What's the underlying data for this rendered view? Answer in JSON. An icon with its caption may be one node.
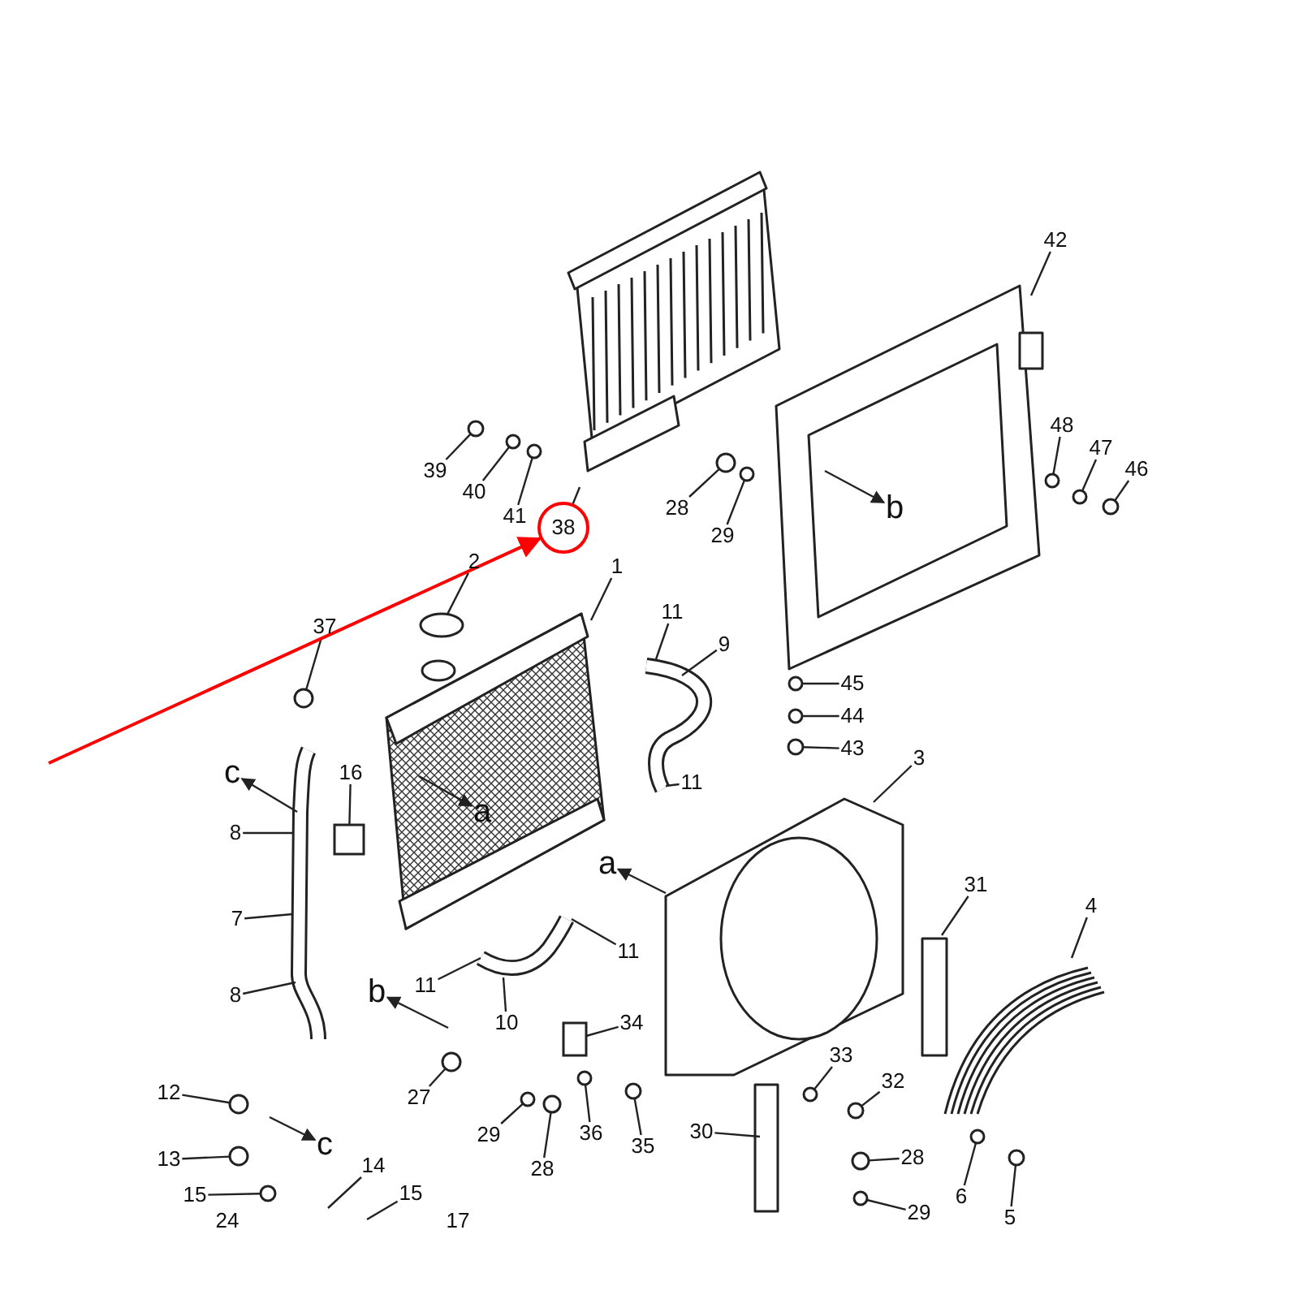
{
  "diagram": {
    "nodes": [
      {
        "text": [
          "42"
        ]
      },
      {
        "text": [
          "39"
        ]
      },
      {
        "text": [
          "40"
        ]
      },
      {
        "text": [
          "41"
        ]
      },
      {
        "text": [
          "38"
        ]
      },
      {
        "text": [
          "28"
        ]
      },
      {
        "text": [
          "29"
        ]
      },
      {
        "text": [
          "b"
        ]
      },
      {
        "text": [
          "48"
        ]
      },
      {
        "text": [
          "47"
        ]
      },
      {
        "text": [
          "46"
        ]
      },
      {
        "text": [
          "2"
        ]
      },
      {
        "text": [
          "1"
        ]
      },
      {
        "text": [
          "37"
        ]
      },
      {
        "text": [
          "11"
        ]
      },
      {
        "text": [
          "9"
        ]
      },
      {
        "text": [
          "45"
        ]
      },
      {
        "text": [
          "44"
        ]
      },
      {
        "text": [
          "43"
        ]
      },
      {
        "text": [
          "a"
        ]
      },
      {
        "text": [
          "c"
        ]
      },
      {
        "text": [
          "16"
        ]
      },
      {
        "text": [
          "8"
        ]
      },
      {
        "text": [
          "11"
        ]
      },
      {
        "text": [
          "3"
        ]
      },
      {
        "text": [
          "a"
        ]
      },
      {
        "text": [
          "7"
        ]
      },
      {
        "text": [
          "31"
        ]
      },
      {
        "text": [
          "11"
        ]
      },
      {
        "text": [
          "4"
        ]
      },
      {
        "text": [
          "11"
        ]
      },
      {
        "text": [
          "8"
        ]
      },
      {
        "text": [
          "b"
        ]
      },
      {
        "text": [
          "10"
        ]
      },
      {
        "text": [
          "34"
        ]
      },
      {
        "text": [
          "27"
        ]
      },
      {
        "text": [
          "33"
        ]
      },
      {
        "text": [
          "12"
        ]
      },
      {
        "text": [
          "32"
        ]
      },
      {
        "text": [
          "29"
        ]
      },
      {
        "text": [
          "36"
        ]
      },
      {
        "text": [
          "28"
        ]
      },
      {
        "text": [
          "35"
        ]
      },
      {
        "text": [
          "30"
        ]
      },
      {
        "text": [
          "c"
        ]
      },
      {
        "text": [
          "28"
        ]
      },
      {
        "text": [
          "13"
        ]
      },
      {
        "text": [
          "14"
        ]
      },
      {
        "text": [
          "6"
        ]
      },
      {
        "text": [
          "5"
        ]
      },
      {
        "text": [
          "15"
        ]
      },
      {
        "text": [
          "15"
        ]
      },
      {
        "text": [
          "29"
        ]
      },
      {
        "text": [],
        "shape": "circle"
      },
      {
        "text": [],
        "shape": "circle"
      },
      {
        "text": [],
        "shape": "circle"
      },
      {
        "text": [],
        "shape": "circle"
      },
      {
        "text": [],
        "shape": "circle"
      },
      {
        "text": [],
        "shape": "circle"
      },
      {
        "text": [],
        "shape": "circle"
      },
      {
        "text": [],
        "shape": "circle"
      },
      {
        "text": [],
        "shape": "circle"
      },
      {
        "text": [],
        "shape": "circle"
      },
      {
        "text": [],
        "shape": "circle"
      },
      {
        "text": [],
        "shape": "circle"
      },
      {
        "text": [],
        "shape": "circle"
      },
      {
        "text": [],
        "shape": "box"
      },
      {
        "text": [],
        "shape": "box"
      },
      {
        "text": [],
        "shape": "circle"
      },
      {
        "text": [],
        "shape": "circle"
      },
      {
        "text": [],
        "shape": "circle"
      },
      {
        "text": [],
        "shape": "circle"
      },
      {
        "text": [],
        "shape": "circle"
      },
      {
        "text": [],
        "shape": "circle"
      },
      {
        "text": [],
        "shape": "circle"
      },
      {
        "text": [],
        "shape": "circle"
      },
      {
        "text": [],
        "shape": "circle"
      },
      {
        "text": [],
        "shape": "circle"
      },
      {
        "text": [],
        "shape": "circle"
      },
      {
        "text": [],
        "shape": "circle"
      },
      {
        "text": [],
        "shape": "circle"
      },
      {
        "text": [],
        "shape": "circle"
      }
    ],
    "edges": [
      {
        "from": 0,
        "to": null,
        "arrow": "none"
      },
      {
        "from": 1,
        "to": 53,
        "arrow": "none"
      },
      {
        "from": 2,
        "to": 54,
        "arrow": "none"
      },
      {
        "from": 3,
        "to": 55,
        "arrow": "none"
      },
      {
        "from": 4,
        "to": null,
        "arrow": "none"
      },
      {
        "from": 5,
        "to": 56,
        "arrow": "none"
      },
      {
        "from": 6,
        "to": 57,
        "arrow": "none"
      },
      {
        "from": null,
        "to": 7,
        "arrow": "to"
      },
      {
        "from": 8,
        "to": 58,
        "arrow": "none"
      },
      {
        "from": 9,
        "to": 59,
        "arrow": "none"
      },
      {
        "from": 10,
        "to": 60,
        "arrow": "none"
      },
      {
        "from": 11,
        "to": 61,
        "arrow": "none"
      },
      {
        "from": 12,
        "to": null,
        "arrow": "none"
      },
      {
        "from": 13,
        "to": 62,
        "arrow": "none"
      },
      {
        "from": 14,
        "to": null,
        "arrow": "none"
      },
      {
        "from": 15,
        "to": null,
        "arrow": "none"
      },
      {
        "from": 16,
        "to": 63,
        "arrow": "none"
      },
      {
        "from": 17,
        "to": 64,
        "arrow": "none"
      },
      {
        "from": 18,
        "to": 65,
        "arrow": "none"
      },
      {
        "from": null,
        "to": 19,
        "arrow": "to"
      },
      {
        "from": null,
        "to": 20,
        "arrow": "to"
      },
      {
        "from": 21,
        "to": 66,
        "arrow": "none"
      },
      {
        "from": 22,
        "to": null,
        "arrow": "none"
      },
      {
        "from": 23,
        "to": null,
        "arrow": "none"
      },
      {
        "from": 24,
        "to": null,
        "arrow": "none"
      },
      {
        "from": null,
        "to": 25,
        "arrow": "to"
      },
      {
        "from": 26,
        "to": null,
        "arrow": "none"
      },
      {
        "from": 27,
        "to": null,
        "arrow": "none"
      },
      {
        "from": 28,
        "to": null,
        "arrow": "none"
      },
      {
        "from": 29,
        "to": null,
        "arrow": "none"
      },
      {
        "from": 30,
        "to": null,
        "arrow": "none"
      },
      {
        "from": 31,
        "to": null,
        "arrow": "none"
      },
      {
        "from": null,
        "to": 32,
        "arrow": "to"
      },
      {
        "from": 33,
        "to": null,
        "arrow": "none"
      },
      {
        "from": 34,
        "to": 67,
        "arrow": "none"
      },
      {
        "from": 35,
        "to": 68,
        "arrow": "none"
      },
      {
        "from": 36,
        "to": 69,
        "arrow": "none"
      },
      {
        "from": 37,
        "to": 70,
        "arrow": "none"
      },
      {
        "from": 38,
        "to": 71,
        "arrow": "none"
      },
      {
        "from": 39,
        "to": 72,
        "arrow": "none"
      },
      {
        "from": 40,
        "to": 73,
        "arrow": "none"
      },
      {
        "from": 41,
        "to": 74,
        "arrow": "none"
      },
      {
        "from": 42,
        "to": 75,
        "arrow": "none"
      },
      {
        "from": 43,
        "to": null,
        "arrow": "none"
      },
      {
        "from": null,
        "to": 44,
        "arrow": "to"
      },
      {
        "from": 45,
        "to": 76,
        "arrow": "none"
      },
      {
        "from": 46,
        "to": 77,
        "arrow": "none"
      },
      {
        "from": 47,
        "to": null,
        "arrow": "none"
      },
      {
        "from": 48,
        "to": 78,
        "arrow": "none"
      },
      {
        "from": 49,
        "to": 79,
        "arrow": "none"
      },
      {
        "from": 50,
        "to": 80,
        "arrow": "none"
      },
      {
        "from": 51,
        "to": null,
        "arrow": "none"
      },
      {
        "from": 52,
        "to": 81,
        "arrow": "none"
      },
      {
        "from": null,
        "to": 4,
        "arrow": "to",
        "color": "#ff0000"
      }
    ],
    "labels": [
      "24",
      "17"
    ]
  }
}
